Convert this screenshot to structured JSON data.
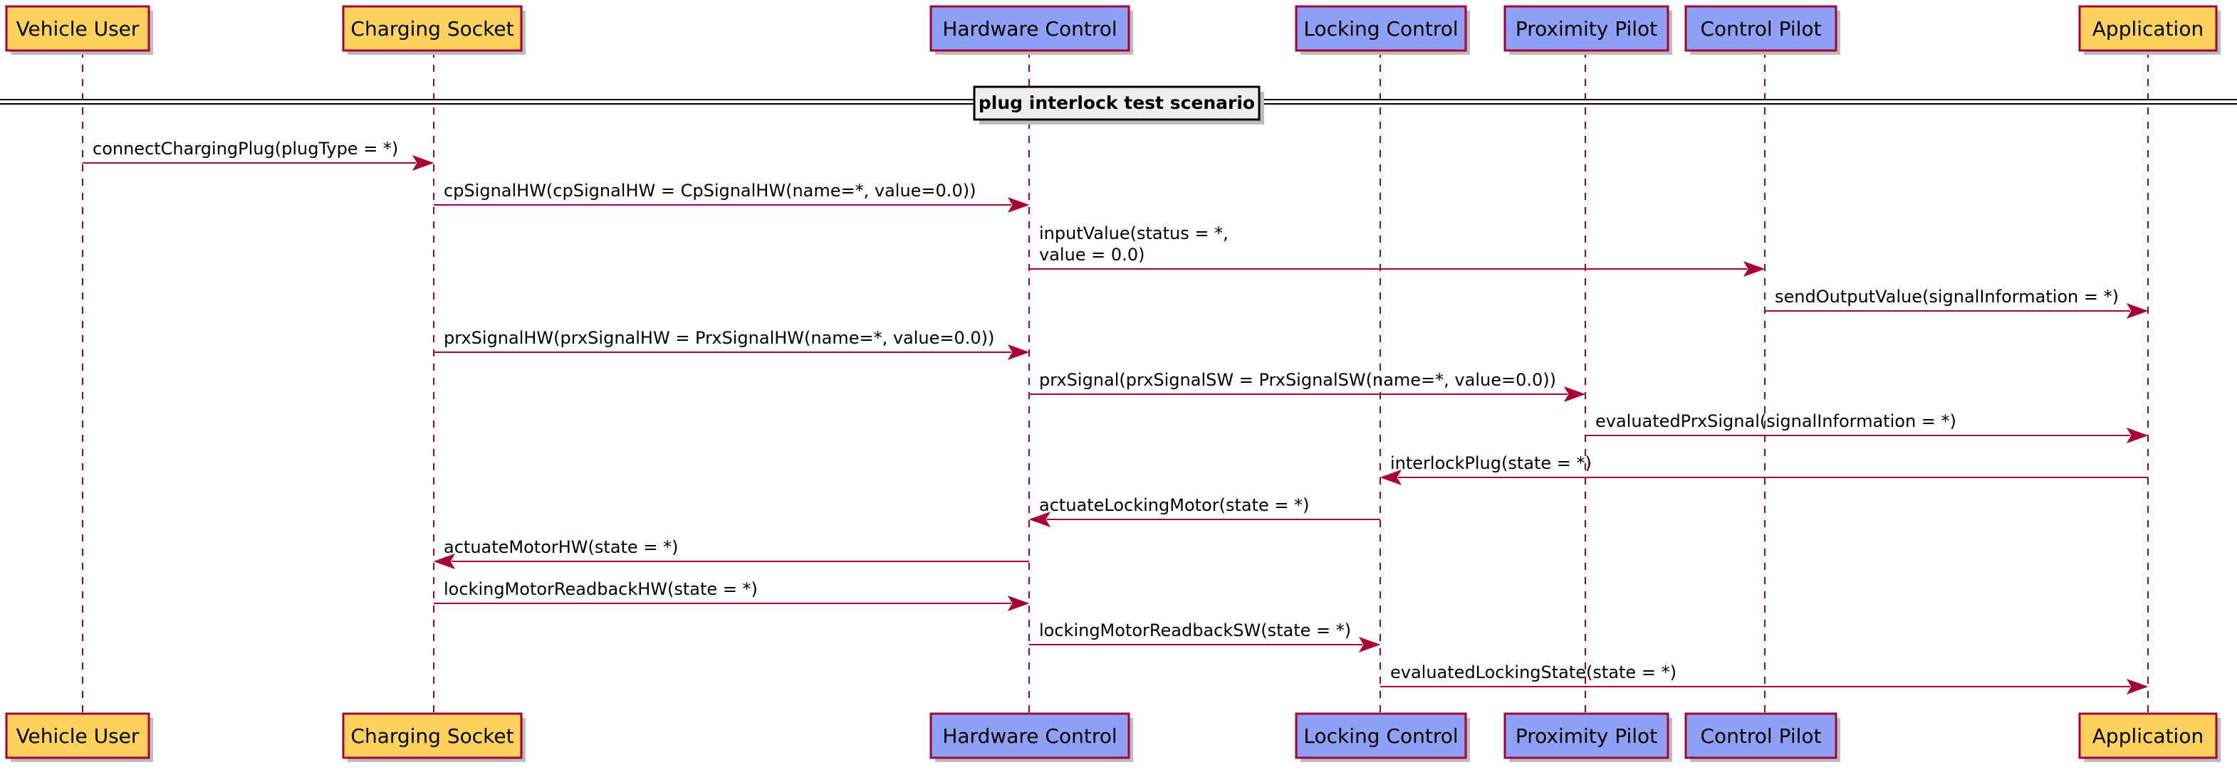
{
  "colors": {
    "line": "#A80036",
    "user_box": "#FCD25C",
    "system_box": "#8DA0F4",
    "group_fill": "#EEEEEE"
  },
  "participants": [
    {
      "id": "vehicle_user",
      "label": "Vehicle User",
      "color": "#FCD25C"
    },
    {
      "id": "charging_socket",
      "label": "Charging Socket",
      "color": "#FCD25C"
    },
    {
      "id": "hardware_control",
      "label": "Hardware Control",
      "color": "#8DA0F4"
    },
    {
      "id": "locking_control",
      "label": "Locking Control",
      "color": "#8DA0F4"
    },
    {
      "id": "proximity_pilot",
      "label": "Proximity Pilot",
      "color": "#8DA0F4"
    },
    {
      "id": "control_pilot",
      "label": "Control Pilot",
      "color": "#8DA0F4"
    },
    {
      "id": "application",
      "label": "Application",
      "color": "#FCD25C"
    }
  ],
  "group": {
    "label": "plug interlock test scenario"
  },
  "messages": [
    {
      "from": 0,
      "to": 1,
      "lines": [
        "connectChargingPlug(plugType = *)"
      ]
    },
    {
      "from": 1,
      "to": 2,
      "lines": [
        "cpSignalHW(cpSignalHW = CpSignalHW(name=*, value=0.0))"
      ]
    },
    {
      "from": 2,
      "to": 5,
      "lines": [
        "inputValue(status = *,",
        "value = 0.0)"
      ]
    },
    {
      "from": 5,
      "to": 6,
      "lines": [
        "sendOutputValue(signalInformation = *)"
      ]
    },
    {
      "from": 1,
      "to": 2,
      "lines": [
        "prxSignalHW(prxSignalHW = PrxSignalHW(name=*, value=0.0))"
      ]
    },
    {
      "from": 2,
      "to": 4,
      "lines": [
        "prxSignal(prxSignalSW = PrxSignalSW(name=*, value=0.0))"
      ]
    },
    {
      "from": 4,
      "to": 6,
      "lines": [
        "evaluatedPrxSignal(signalInformation = *)"
      ]
    },
    {
      "from": 6,
      "to": 3,
      "lines": [
        "interlockPlug(state = *)"
      ]
    },
    {
      "from": 3,
      "to": 2,
      "lines": [
        "actuateLockingMotor(state = *)"
      ]
    },
    {
      "from": 2,
      "to": 1,
      "lines": [
        "actuateMotorHW(state = *)"
      ]
    },
    {
      "from": 1,
      "to": 2,
      "lines": [
        "lockingMotorReadbackHW(state = *)"
      ]
    },
    {
      "from": 2,
      "to": 3,
      "lines": [
        "lockingMotorReadbackSW(state = *)"
      ]
    },
    {
      "from": 3,
      "to": 6,
      "lines": [
        "evaluatedLockingState(state = *)"
      ]
    }
  ]
}
